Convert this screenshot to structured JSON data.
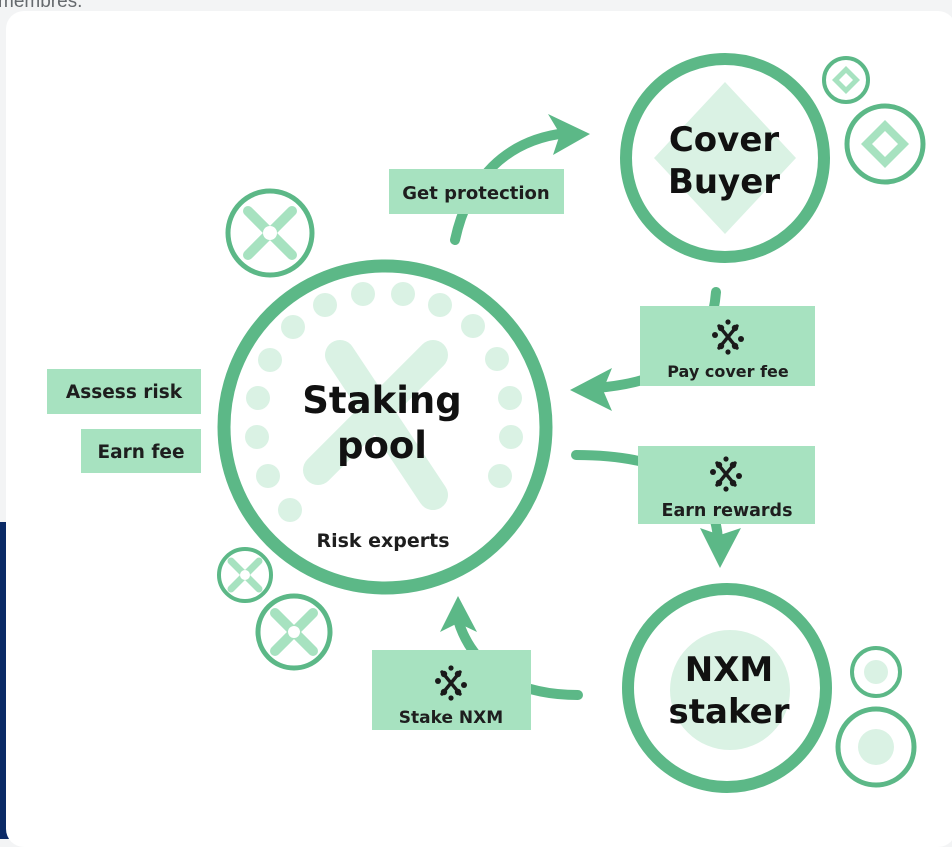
{
  "page": {
    "top_text": "membres."
  },
  "diagram": {
    "pool_title_line1": "Staking",
    "pool_title_line2": "pool",
    "pool_subtitle": "Risk experts",
    "buyer_line1": "Cover",
    "buyer_line2": "Buyer",
    "staker_line1": "NXM",
    "staker_line2": "staker",
    "label_get_protection": "Get protection",
    "label_pay_cover_fee": "Pay cover fee",
    "label_earn_rewards": "Earn rewards",
    "label_stake_nxm": "Stake NXM",
    "label_assess_risk": "Assess risk",
    "label_earn_fee": "Earn fee"
  },
  "colors": {
    "primary_green": "#5cb887",
    "light_green": "#a7e2c0",
    "pale_green": "#daf2e4",
    "text": "#1e1e1e",
    "navy": "#0b2a66"
  },
  "icons": [
    "nxm-logo-icon",
    "diamond-icon",
    "x-blade-icon",
    "circle-dot-icon",
    "arrow-icon"
  ]
}
